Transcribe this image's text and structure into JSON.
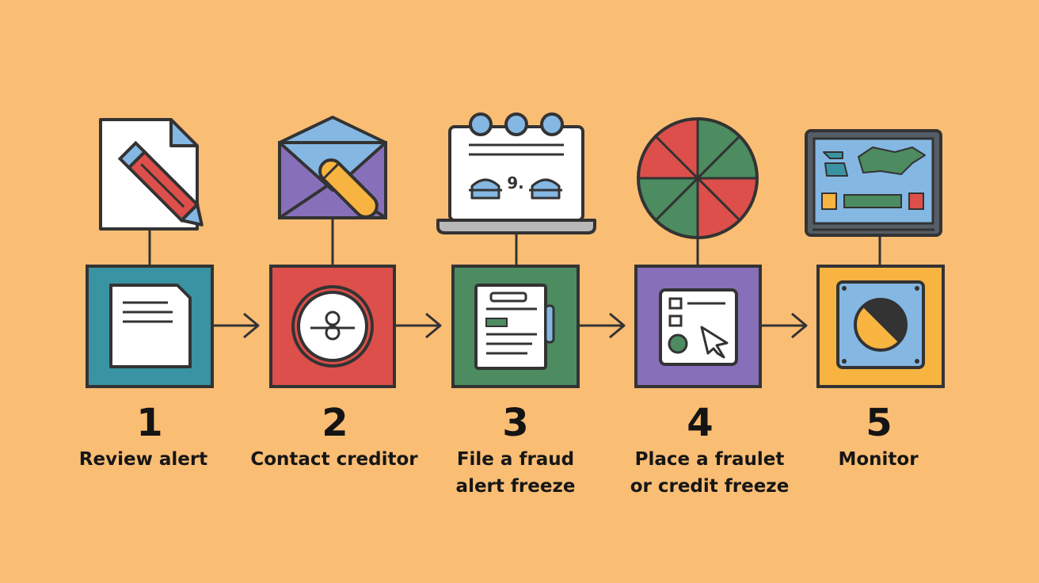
{
  "steps": [
    {
      "number": "1",
      "label": "Review alert",
      "color": "#3a93a3"
    },
    {
      "number": "2",
      "label": "Contact creditor",
      "color": "#dd4f4b"
    },
    {
      "number": "3",
      "label": "File a fraud\nalert freeze",
      "color": "#4c8c60"
    },
    {
      "number": "4",
      "label": "Place a fraulet\nor credit freeze",
      "color": "#8770b9"
    },
    {
      "number": "5",
      "label": "Monitor",
      "color": "#f8b440"
    }
  ],
  "icons": {
    "step1_top": "document-pencil-icon",
    "step1_box": "document-icon",
    "step2_top": "envelope-pen-icon",
    "step2_box": "person-badge-icon",
    "step3_top": "laptop-calendar-icon",
    "step3_box": "clipboard-form-icon",
    "step4_top": "pie-wheel-icon",
    "step4_box": "checklist-cursor-icon",
    "step5_top": "monitor-map-icon",
    "step5_box": "dial-icon"
  },
  "calendar_glyph": "9.",
  "colors": {
    "background": "#f9bd74",
    "outline": "#333333",
    "blue": "#85b7e3",
    "red": "#dd4f4b",
    "green": "#4c8c60",
    "yellow": "#f8b440",
    "purple": "#8770b9"
  }
}
